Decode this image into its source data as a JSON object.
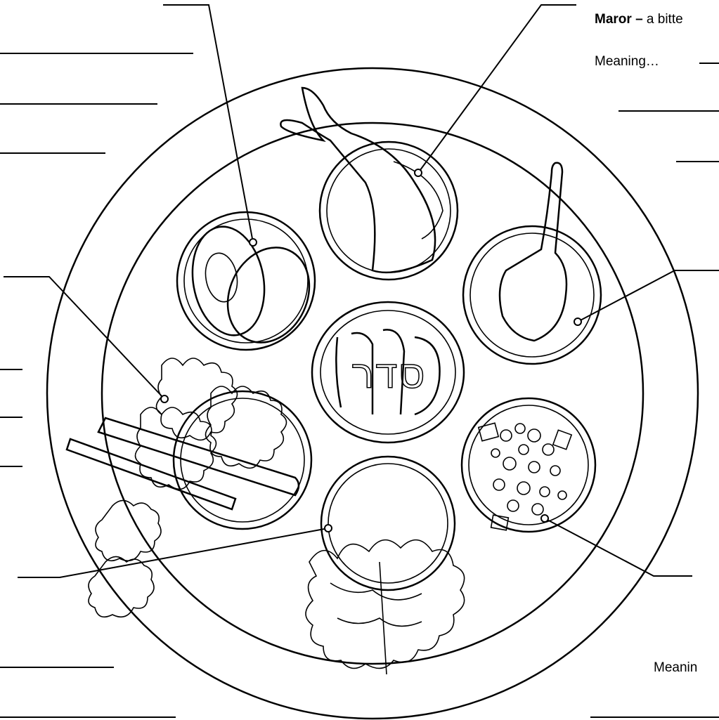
{
  "labels": {
    "maror_bold": "Maror –",
    "maror_desc": " a bitte",
    "meaning_top": "Meaning…",
    "meaning_bottom": "Meanin"
  },
  "center_text": "סדר",
  "colors": {
    "ink": "#000000",
    "paper": "#ffffff"
  }
}
